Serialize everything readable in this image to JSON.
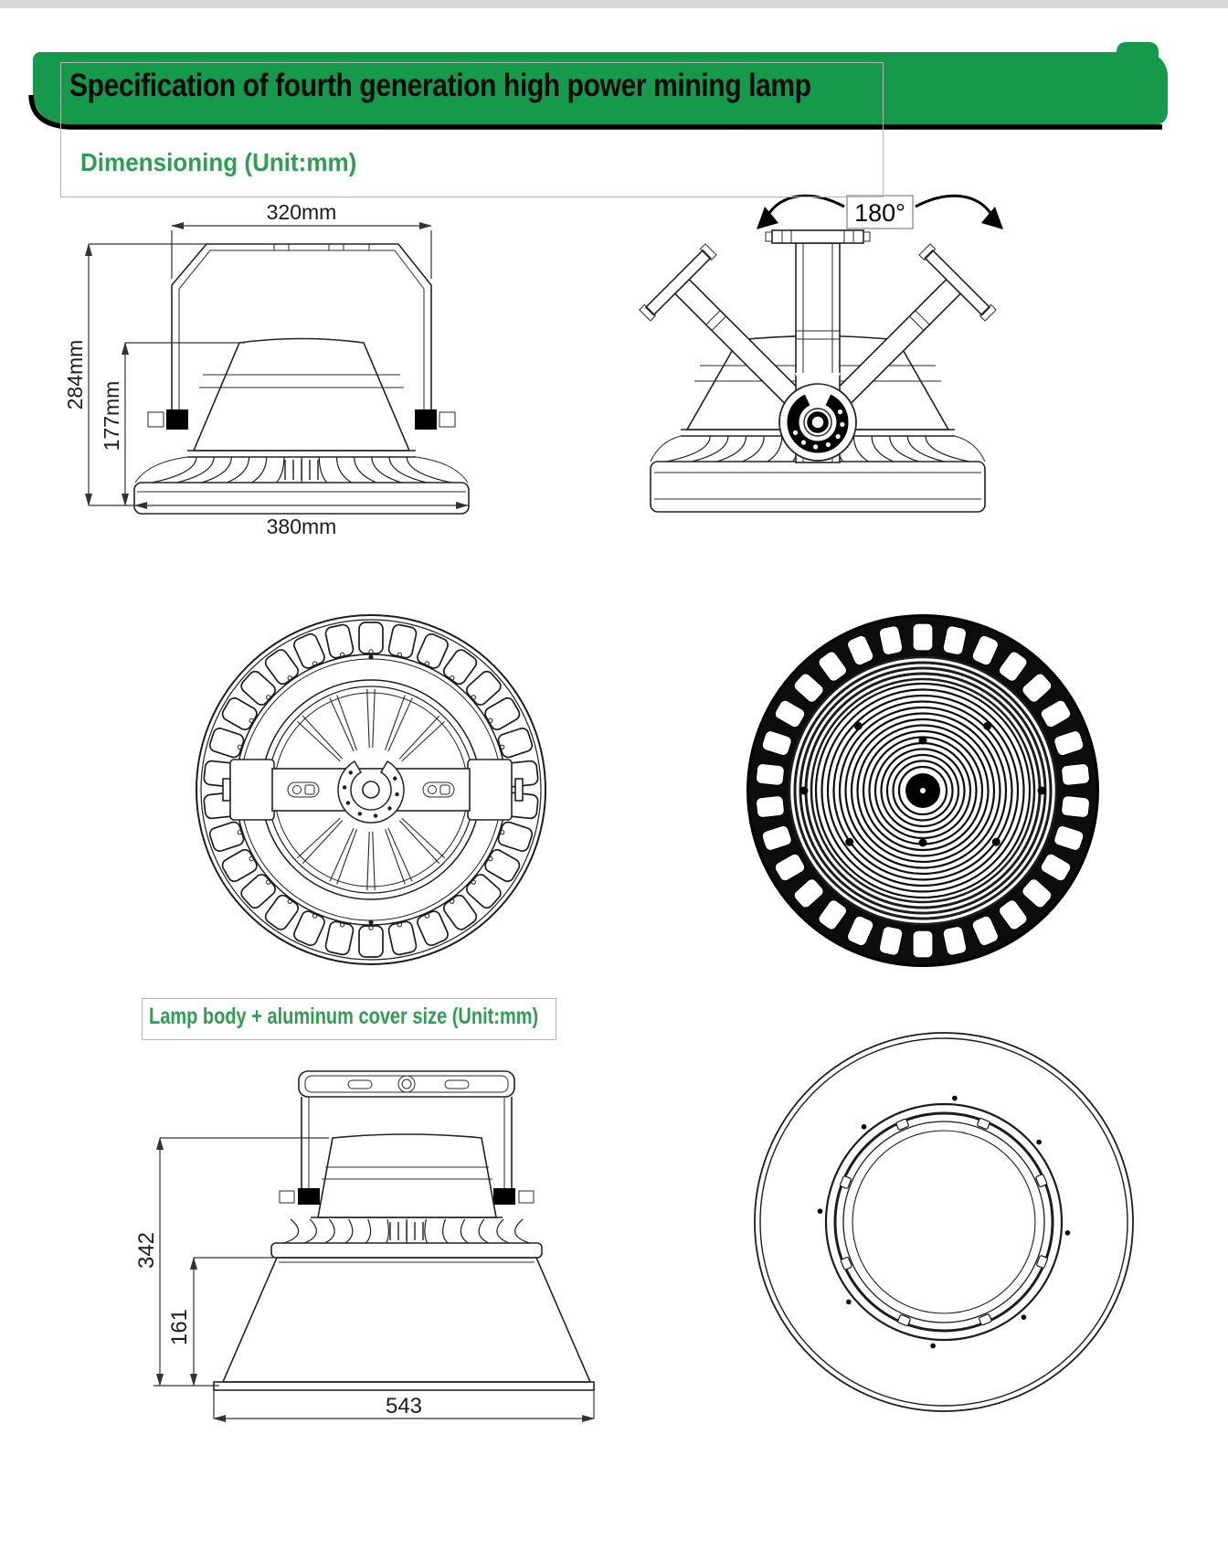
{
  "page": {
    "top_title": "Specification of fourth generation high power mining lamp"
  },
  "sections": {
    "dimensioning_label": "Dimensioning (Unit:mm)",
    "cover_label": "Lamp body + aluminum cover size (Unit:mm)"
  },
  "front_view": {
    "top_width": "320mm",
    "total_height": "284mm",
    "body_height": "177mm",
    "base_width": "380mm"
  },
  "rotation_view": {
    "angle_label": "180°"
  },
  "cover_view": {
    "total_height": "342",
    "cone_height": "161",
    "base_width": "543"
  },
  "colors": {
    "banner_green": "#159a4b",
    "heading_green": "#2e9e50",
    "drawing_line": "#222222",
    "box_border_gray": "#b3b3b3"
  }
}
